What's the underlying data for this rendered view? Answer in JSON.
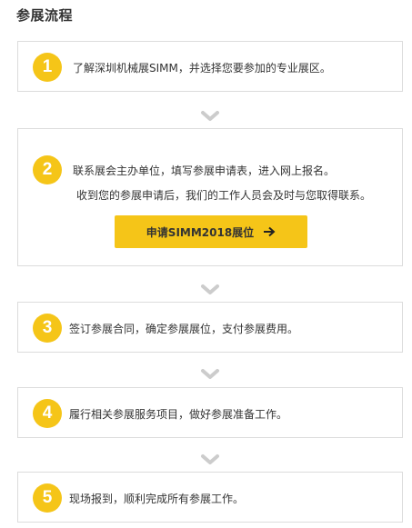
{
  "title": "参展流程",
  "steps": [
    {
      "number": "1",
      "text": "了解深圳机械展SIMM，并选择您要参加的专业展区。"
    },
    {
      "number": "2",
      "text": "联系展会主办单位，填写参展申请表，进入网上报名。",
      "subtext": "收到您的参展申请后，我们的工作人员会及时与您取得联系。",
      "button_label": "申请SIMM2018展位"
    },
    {
      "number": "3",
      "text": "签订参展合同，确定参展展位，支付参展费用。"
    },
    {
      "number": "4",
      "text": "履行相关参展服务项目，做好参展准备工作。"
    },
    {
      "number": "5",
      "text": "现场报到，顺利完成所有参展工作。"
    }
  ],
  "icons": {
    "chevron": "chevron-down-icon",
    "arrow": "arrow-right-icon"
  },
  "colors": {
    "accent": "#f5c518",
    "border": "#dcdcdc",
    "chevron": "#cccccc",
    "text": "#333333"
  }
}
